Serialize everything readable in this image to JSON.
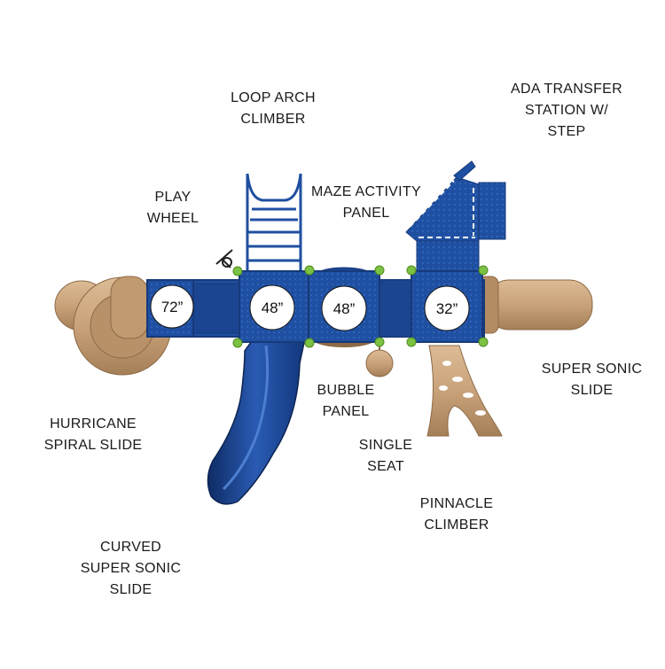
{
  "labels": {
    "loop_arch_climber": [
      "LOOP ARCH",
      "CLIMBER"
    ],
    "ada_transfer_station": [
      "ADA TRANSFER",
      "STATION W/",
      "STEP"
    ],
    "play_wheel": [
      "PLAY",
      "WHEEL"
    ],
    "maze_activity_panel": [
      "MAZE ACTIVITY",
      "PANEL"
    ],
    "bubble_panel": [
      "BUBBLE",
      "PANEL"
    ],
    "single_seat": [
      "SINGLE",
      "SEAT"
    ],
    "super_sonic_slide": [
      "SUPER SONIC",
      "SLIDE"
    ],
    "hurricane_spiral_slide": [
      "HURRICANE",
      "SPIRAL SLIDE"
    ],
    "pinnacle_climber": [
      "PINNACLE",
      "CLIMBER"
    ],
    "curved_super_sonic_slide": [
      "CURVED",
      "SUPER SONIC",
      "SLIDE"
    ]
  },
  "decks": [
    "72”",
    "48”",
    "48”",
    "32”"
  ],
  "colors": {
    "blue": "#1f4fa0",
    "blue_dark": "#163a7a",
    "tan": "#c9a27a",
    "tan_dark": "#a57f58",
    "green": "#7cc242",
    "white": "#ffffff"
  }
}
